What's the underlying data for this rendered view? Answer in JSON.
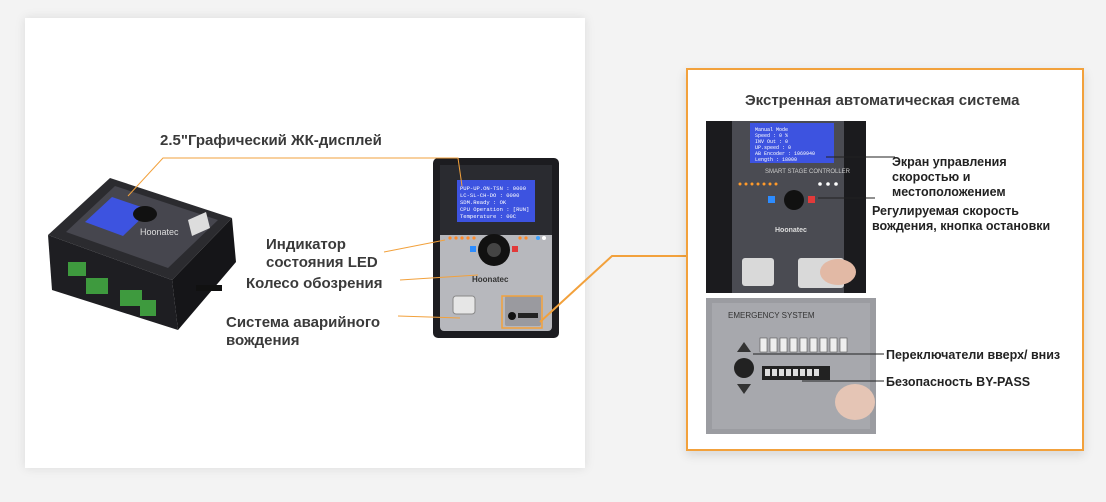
{
  "colors": {
    "accent": "#f2a13c",
    "lcd": "#3d53e0",
    "panel": "#3e3e44",
    "connector": "#3e9a3e"
  },
  "left": {
    "lcd_label": "2.5\"Графический ЖК-дисплей",
    "led_label": "Индикатор состояния LED",
    "wheel_label": "Колесо обозрения",
    "emergency_label": "Система аварийного вождения",
    "device_brand": "Hoonatec",
    "controller_name": "Smart Stage Controller",
    "lcd_lines": [
      "PUP-UP.ON-TSN : 0000",
      "LC-SL-CH-DO : 0000",
      "SDM.Ready : OK",
      "CPU Operation : [RUN]",
      "Temperature : 00C"
    ]
  },
  "right": {
    "title": "Экстренная автоматическая система",
    "screen_label": "Экран управления скоростью и местоположением",
    "speed_label": "Регулируемая скорость вождения, кнопка остановки",
    "switch_label": "Переключатели вверх/ вниз",
    "bypass_label": "Безопасность BY-PASS",
    "emergency_panel_title": "EMERGENCY SYSTEM",
    "mini_lcd_lines": [
      "Manual Mode",
      "Speed : 0 %",
      "INV Out : 0",
      "UP.speed : 0",
      "AB Encoder : 1069940",
      "Length : 18000"
    ]
  }
}
